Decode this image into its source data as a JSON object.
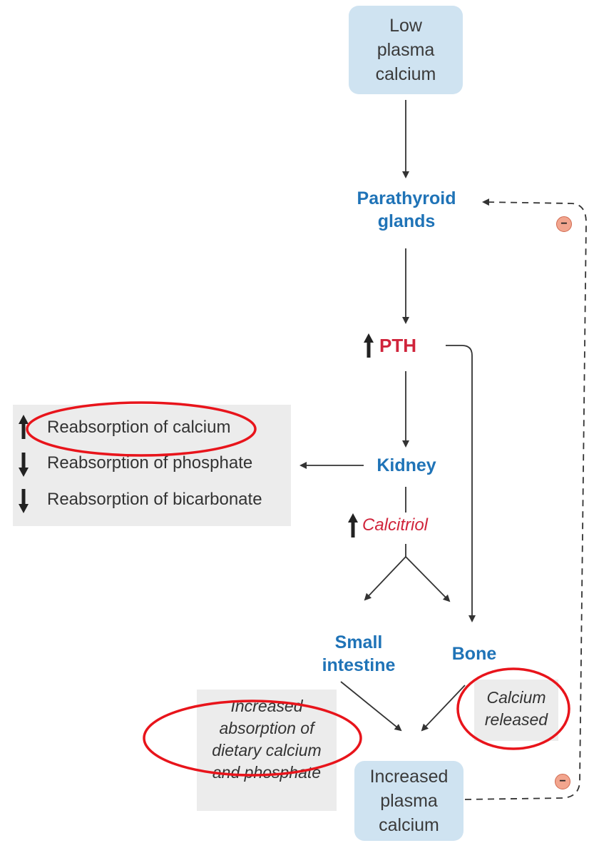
{
  "nodes": {
    "low_calcium": [
      "Low",
      "plasma",
      "calcium"
    ],
    "parathyroid": [
      "Parathyroid",
      "glands"
    ],
    "pth": "PTH",
    "kidney": "Kidney",
    "calcitriol": "Calcitriol",
    "small_intestine": [
      "Small",
      "intestine"
    ],
    "bone": "Bone",
    "increased_calcium": [
      "Increased",
      "plasma",
      "calcium"
    ]
  },
  "kidney_effects": [
    {
      "direction": "up",
      "text": "Reabsorption of calcium"
    },
    {
      "direction": "down",
      "text": "Reabsorption of phosphate"
    },
    {
      "direction": "down",
      "text": "Reabsorption of bicarbonate"
    }
  ],
  "intestine_note": [
    "Increased",
    "absorption of",
    "dietary calcium",
    "and phosphate"
  ],
  "bone_note": [
    "Calcium",
    "released"
  ],
  "feedback_sign": "−",
  "colors": {
    "blue_box": "#cfe3f1",
    "node_blue": "#1f73b7",
    "pth_red": "#d0243b",
    "highlight_red": "#e8141b",
    "grey_box": "#ececec",
    "feedback_badge": "#f2a58e"
  }
}
